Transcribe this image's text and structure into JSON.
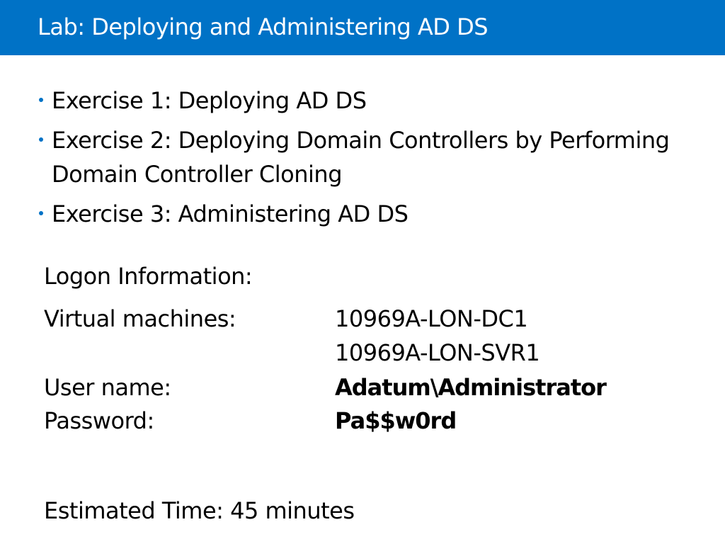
{
  "slide": {
    "title": "Lab: Deploying and Administering AD DS",
    "accent_color": "#0072c6",
    "exercises": [
      {
        "bullet_icon": "bullet-dot-icon",
        "text": "Exercise 1: Deploying AD DS"
      },
      {
        "bullet_icon": "bullet-dot-icon",
        "text": "Exercise 2: Deploying Domain Controllers by Performing Domain Controller Cloning"
      },
      {
        "bullet_icon": "bullet-dot-icon",
        "text": "Exercise 3: Administering AD DS"
      }
    ],
    "logon": {
      "heading": "Logon Information:",
      "vm_label": "Virtual machines:",
      "vm_values": [
        "10969A-LON-DC1",
        "10969A-LON-SVR1"
      ],
      "user_label": "User name:",
      "user_value": "Adatum\\Administrator",
      "password_label": "Password:",
      "password_value": "Pa$$w0rd"
    },
    "estimated_time": "Estimated Time: 45 minutes"
  }
}
